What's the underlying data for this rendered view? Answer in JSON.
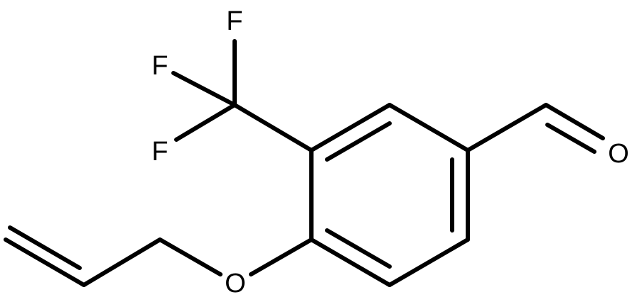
{
  "atom_labels": {
    "f_top": "F",
    "f_left": "F",
    "f_bottom": "F",
    "o_aldehyde": "O",
    "o_ether": "O"
  },
  "colors": {
    "bond": "#000000",
    "background": "#ffffff"
  }
}
